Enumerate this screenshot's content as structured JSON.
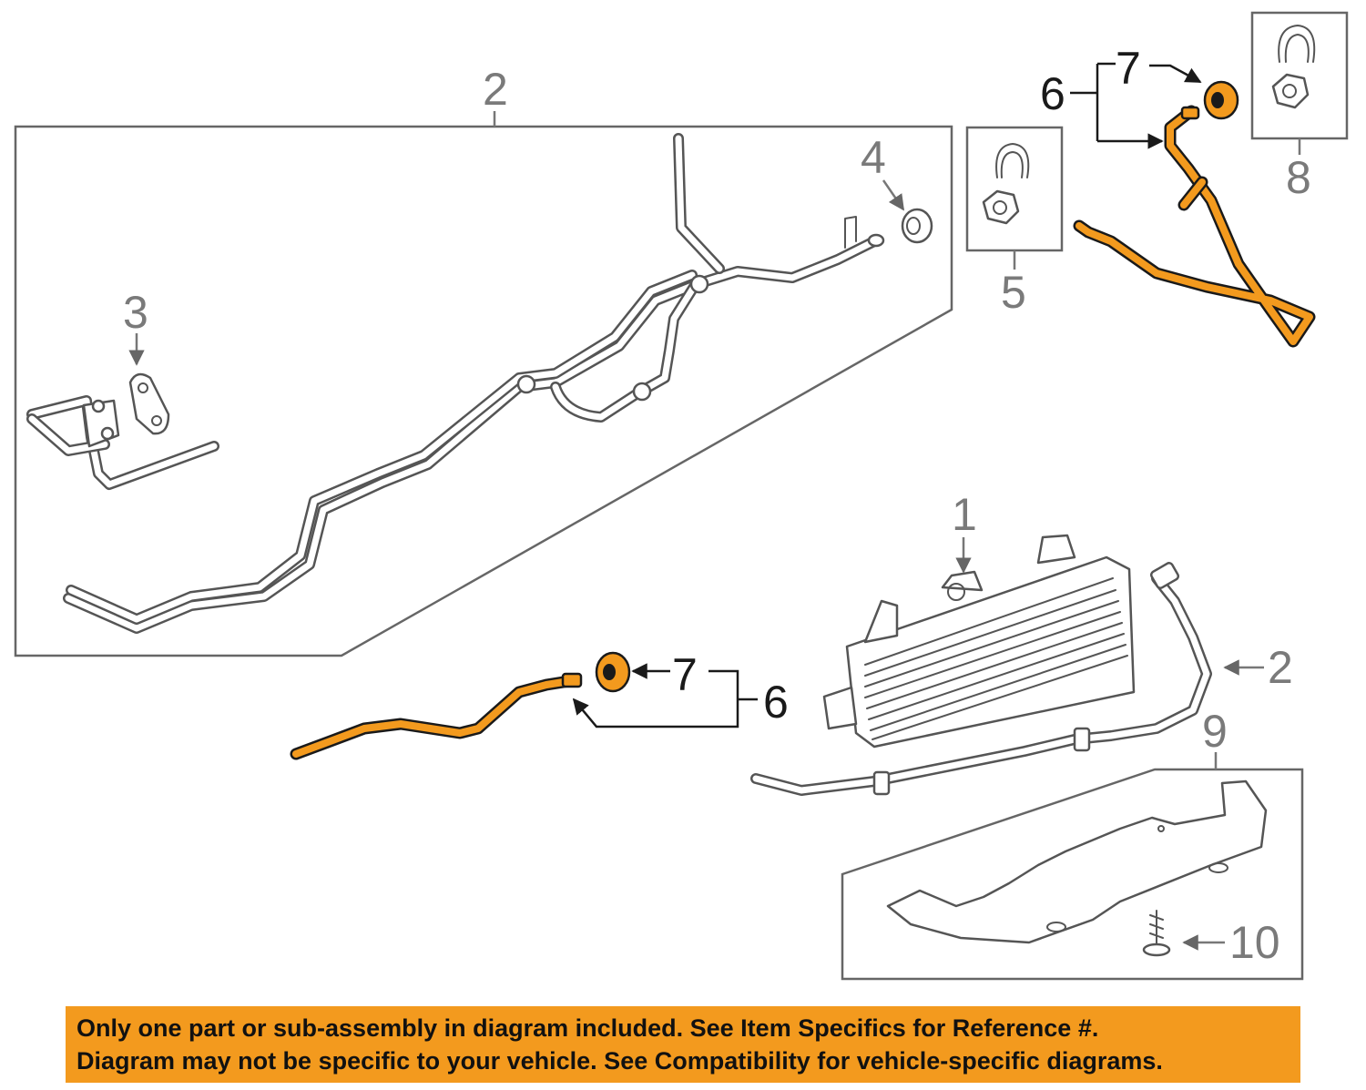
{
  "colors": {
    "highlight": "#f39a1e",
    "line": "#4a4a4a",
    "callout_text": "#7a7a7a",
    "banner_background": "#f39a1e"
  },
  "callouts": {
    "c1": "1",
    "c2_top": "2",
    "c2_right": "2",
    "c3": "3",
    "c4": "4",
    "c5": "5",
    "c6_top": "6",
    "c6_bottom": "6",
    "c7_top": "7",
    "c7_bottom": "7",
    "c8": "8",
    "c9": "9",
    "c10": "10"
  },
  "banner": {
    "line1": "Only one part or sub-assembly in diagram included. See Item Specifics for Reference #.",
    "line2": "Diagram may not be specific to your vehicle. See Compatibility for vehicle-specific diagrams."
  }
}
